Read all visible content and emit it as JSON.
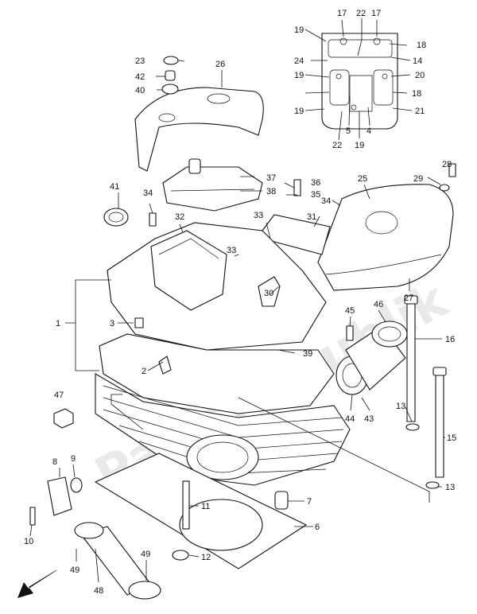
{
  "watermark": "PartsRepublik",
  "callouts": {
    "c1": "1",
    "c2": "2",
    "c3": "3",
    "c4": "4",
    "c5": "5",
    "c6": "6",
    "c7": "7",
    "c8": "8",
    "c9": "9",
    "c10": "10",
    "c11": "11",
    "c12": "12",
    "c13a": "13",
    "c13b": "13",
    "c14": "14",
    "c15": "15",
    "c16": "16",
    "c17a": "17",
    "c17b": "17",
    "c18a": "18",
    "c18b": "18",
    "c19a": "19",
    "c19b": "19",
    "c19c": "19",
    "c19d": "19",
    "c20": "20",
    "c21": "21",
    "c22a": "22",
    "c22b": "22",
    "c23": "23",
    "c24": "24",
    "c25": "25",
    "c26": "26",
    "c27": "27",
    "c28": "28",
    "c29": "29",
    "c30": "30",
    "c31": "31",
    "c32": "32",
    "c33a": "33",
    "c33b": "33",
    "c34a": "34",
    "c34b": "34",
    "c35": "35",
    "c36": "36",
    "c37": "37",
    "c38": "38",
    "c39": "39",
    "c40": "40",
    "c41": "41",
    "c42": "42",
    "c43": "43",
    "c44": "44",
    "c45": "45",
    "c46": "46",
    "c47": "47",
    "c48": "48",
    "c49a": "49",
    "c49b": "49"
  }
}
